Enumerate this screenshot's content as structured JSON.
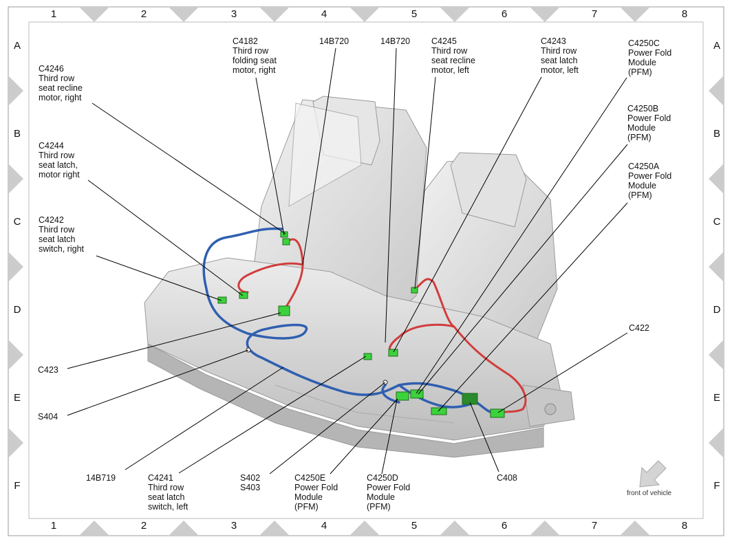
{
  "grid": {
    "columns": [
      "1",
      "2",
      "3",
      "4",
      "5",
      "6",
      "7",
      "8"
    ],
    "rows": [
      "A",
      "B",
      "C",
      "D",
      "E",
      "F"
    ]
  },
  "callouts": {
    "c4182": "C4182\nThird row\nfolding seat\nmotor, right",
    "b720_left": "14B720",
    "b720_right": "14B720",
    "c4245": "C4245\nThird row\nseat recline\nmotor, left",
    "c4243": "C4243\nThird row\nseat latch\nmotor, left",
    "c4250c": "C4250C\nPower Fold\nModule\n(PFM)",
    "c4246": "C4246\nThird row\nseat recline\nmotor, right",
    "c4250b": "C4250B\nPower Fold\nModule\n(PFM)",
    "c4244": "C4244\nThird row\nseat latch,\nmotor right",
    "c4250a": "C4250A\nPower Fold\nModule\n(PFM)",
    "c4242": "C4242\nThird row\nseat latch\nswitch, right",
    "c422": "C422",
    "c423": "C423",
    "s404": "S404",
    "b719": "14B719",
    "c4241": "C4241\nThird row\nseat latch\nswitch, left",
    "s402": "S402\nS403",
    "c4250e": "C4250E\nPower Fold\nModule\n(PFM)",
    "c4250d": "C4250D\nPower Fold\nModule\n(PFM)",
    "c408": "C408"
  },
  "front_of_vehicle": "front of vehicle",
  "colors": {
    "harness_blue": "#2f5fb0",
    "harness_red": "#d23c3c",
    "connector_green": "#3cd23c",
    "seat_grey": "#dcdcdc",
    "frame_grey": "#cccccc"
  }
}
